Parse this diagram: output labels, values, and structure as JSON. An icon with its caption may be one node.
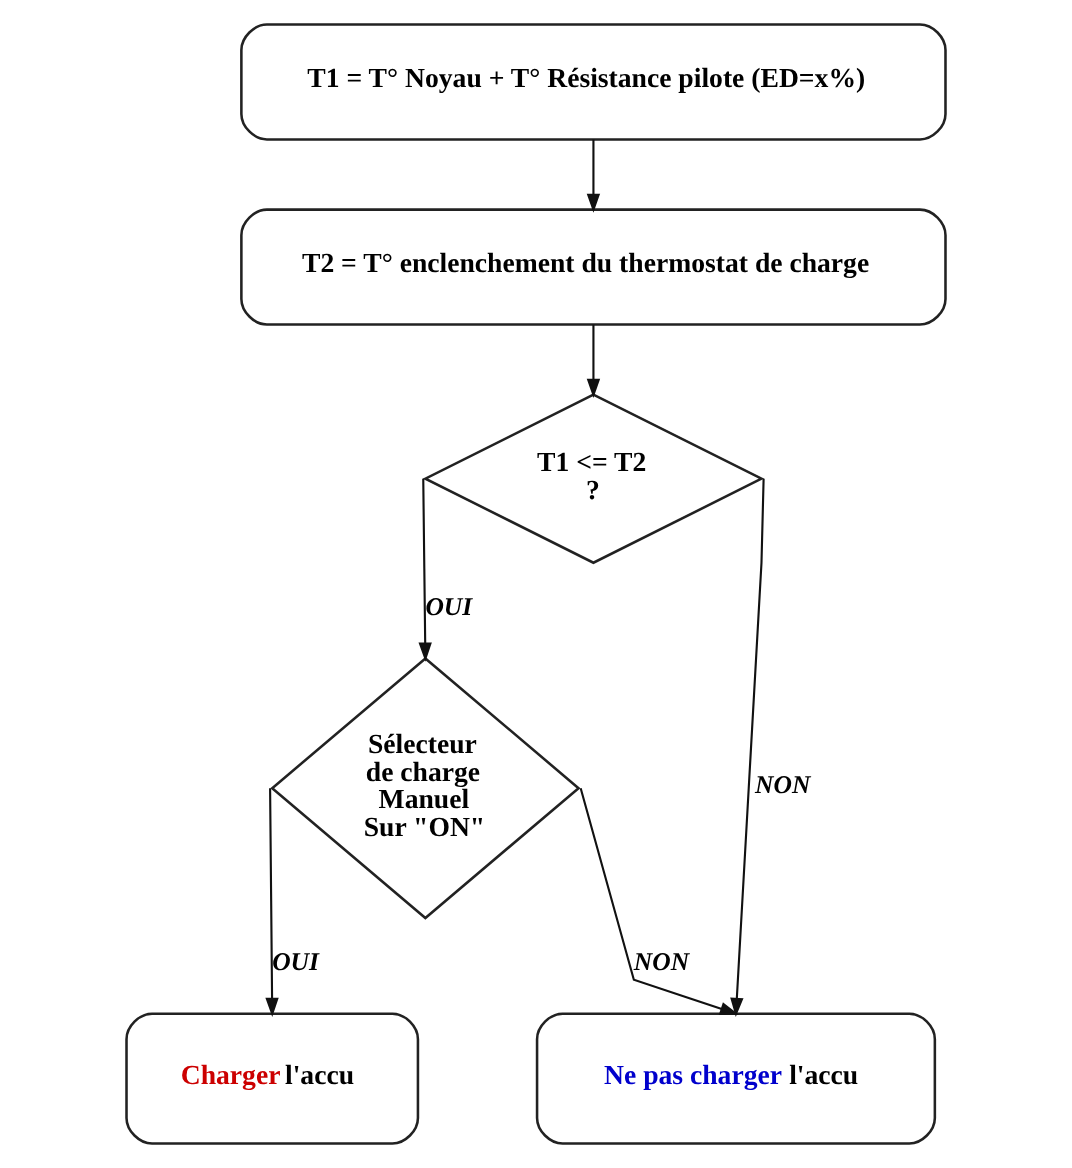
{
  "diagram": {
    "nodes": [
      {
        "text": [
          "T1 = T° Noyau + T° Résistance pilote (ED=x%)"
        ]
      },
      {
        "text": [
          "T2 = T° enclenchement du thermostat de charge"
        ]
      },
      {
        "text": [
          "T1 <= T2 ?"
        ]
      },
      {
        "text": [
          "Sélecteur de charge Manuel Sur \"ON\""
        ]
      },
      {
        "text": [
          "Charger l'accu"
        ]
      },
      {
        "text": [
          "Ne pas charger l'accu"
        ]
      }
    ],
    "edges": [
      {
        "from": 0,
        "to": 1,
        "arrow": "to"
      },
      {
        "from": 1,
        "to": 2,
        "arrow": "to"
      },
      {
        "from": 2,
        "to": 3,
        "label": "OUI",
        "arrow": "to"
      },
      {
        "from": 2,
        "to": 5,
        "label": "NON",
        "arrow": "to"
      },
      {
        "from": 3,
        "to": 4,
        "label": "OUI",
        "arrow": "to"
      },
      {
        "from": 3,
        "to": 5,
        "label": "NON",
        "arrow": "to"
      }
    ]
  }
}
